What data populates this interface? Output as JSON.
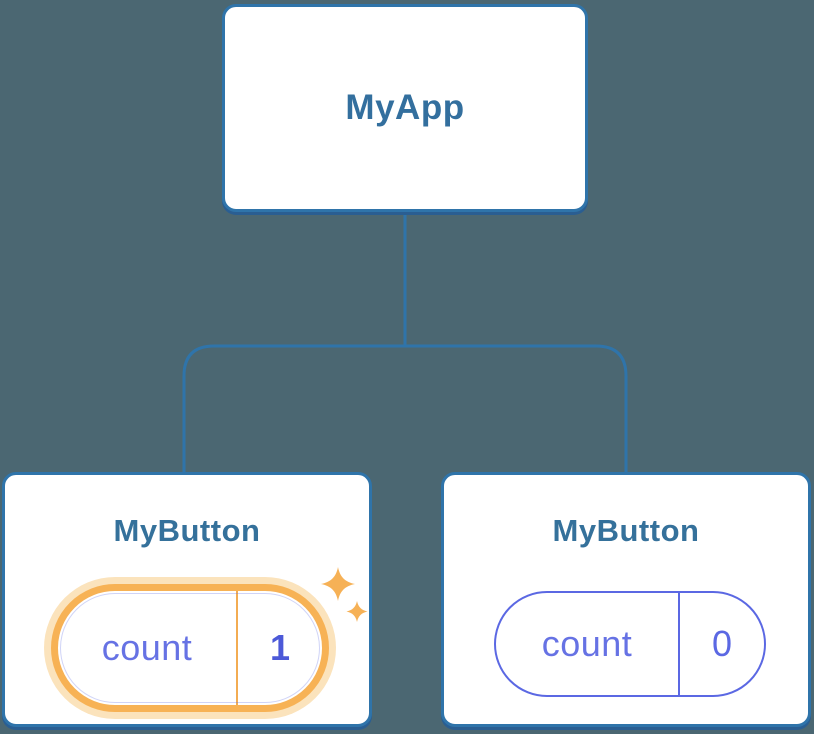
{
  "diagram": {
    "type": "component-tree",
    "background": "#4b6772",
    "accent_blue": "#2f74aa",
    "accent_indigo": "#5b68e3",
    "accent_orange": "#f7b255",
    "root": {
      "label": "MyApp"
    },
    "children": [
      {
        "label": "MyButton",
        "highlighted": true,
        "state": {
          "key": "count",
          "value": "1"
        }
      },
      {
        "label": "MyButton",
        "highlighted": false,
        "state": {
          "key": "count",
          "value": "0"
        }
      }
    ]
  }
}
